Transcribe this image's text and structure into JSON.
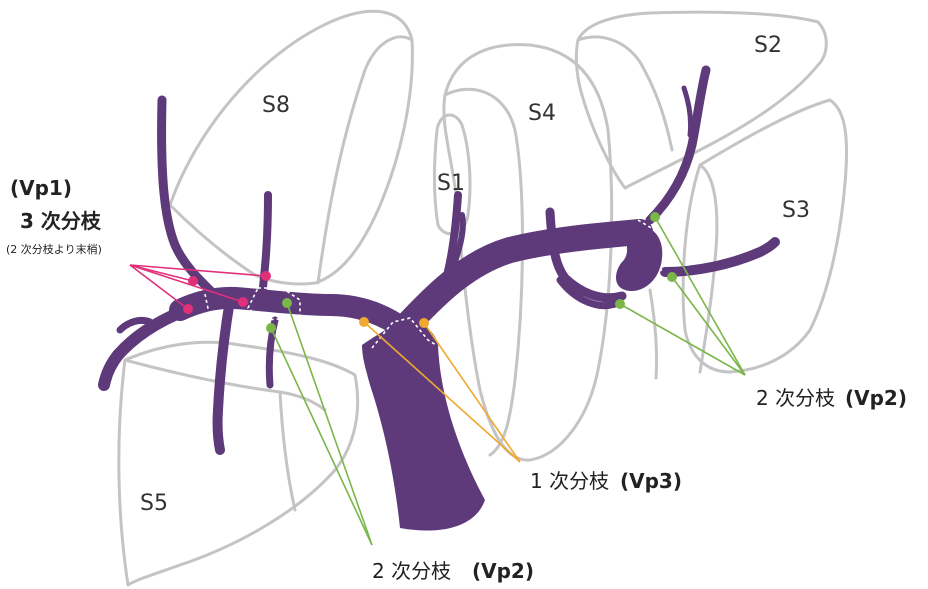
{
  "segments": {
    "s8": "S8",
    "s4": "S4",
    "s1": "S1",
    "s2": "S2",
    "s3": "S3",
    "s5": "S5"
  },
  "annotations": {
    "vp1_code": "(Vp1)",
    "vp1_label": "3 次分枝",
    "vp1_sub": "(2 次分枝より末梢)",
    "vp2_right_label": "2 次分枝",
    "vp2_right_code": "(Vp2)",
    "vp3_label": "1 次分枝",
    "vp3_code": "(Vp3)",
    "vp2_bottom_label": "2 次分枝",
    "vp2_bottom_code": "(Vp2)"
  },
  "colors": {
    "vessel": "#5e3a7a",
    "outline": "#c4c4c4",
    "tertiary_marker": "#e0307a",
    "secondary_marker": "#7ab648",
    "primary_marker": "#f0a830"
  }
}
